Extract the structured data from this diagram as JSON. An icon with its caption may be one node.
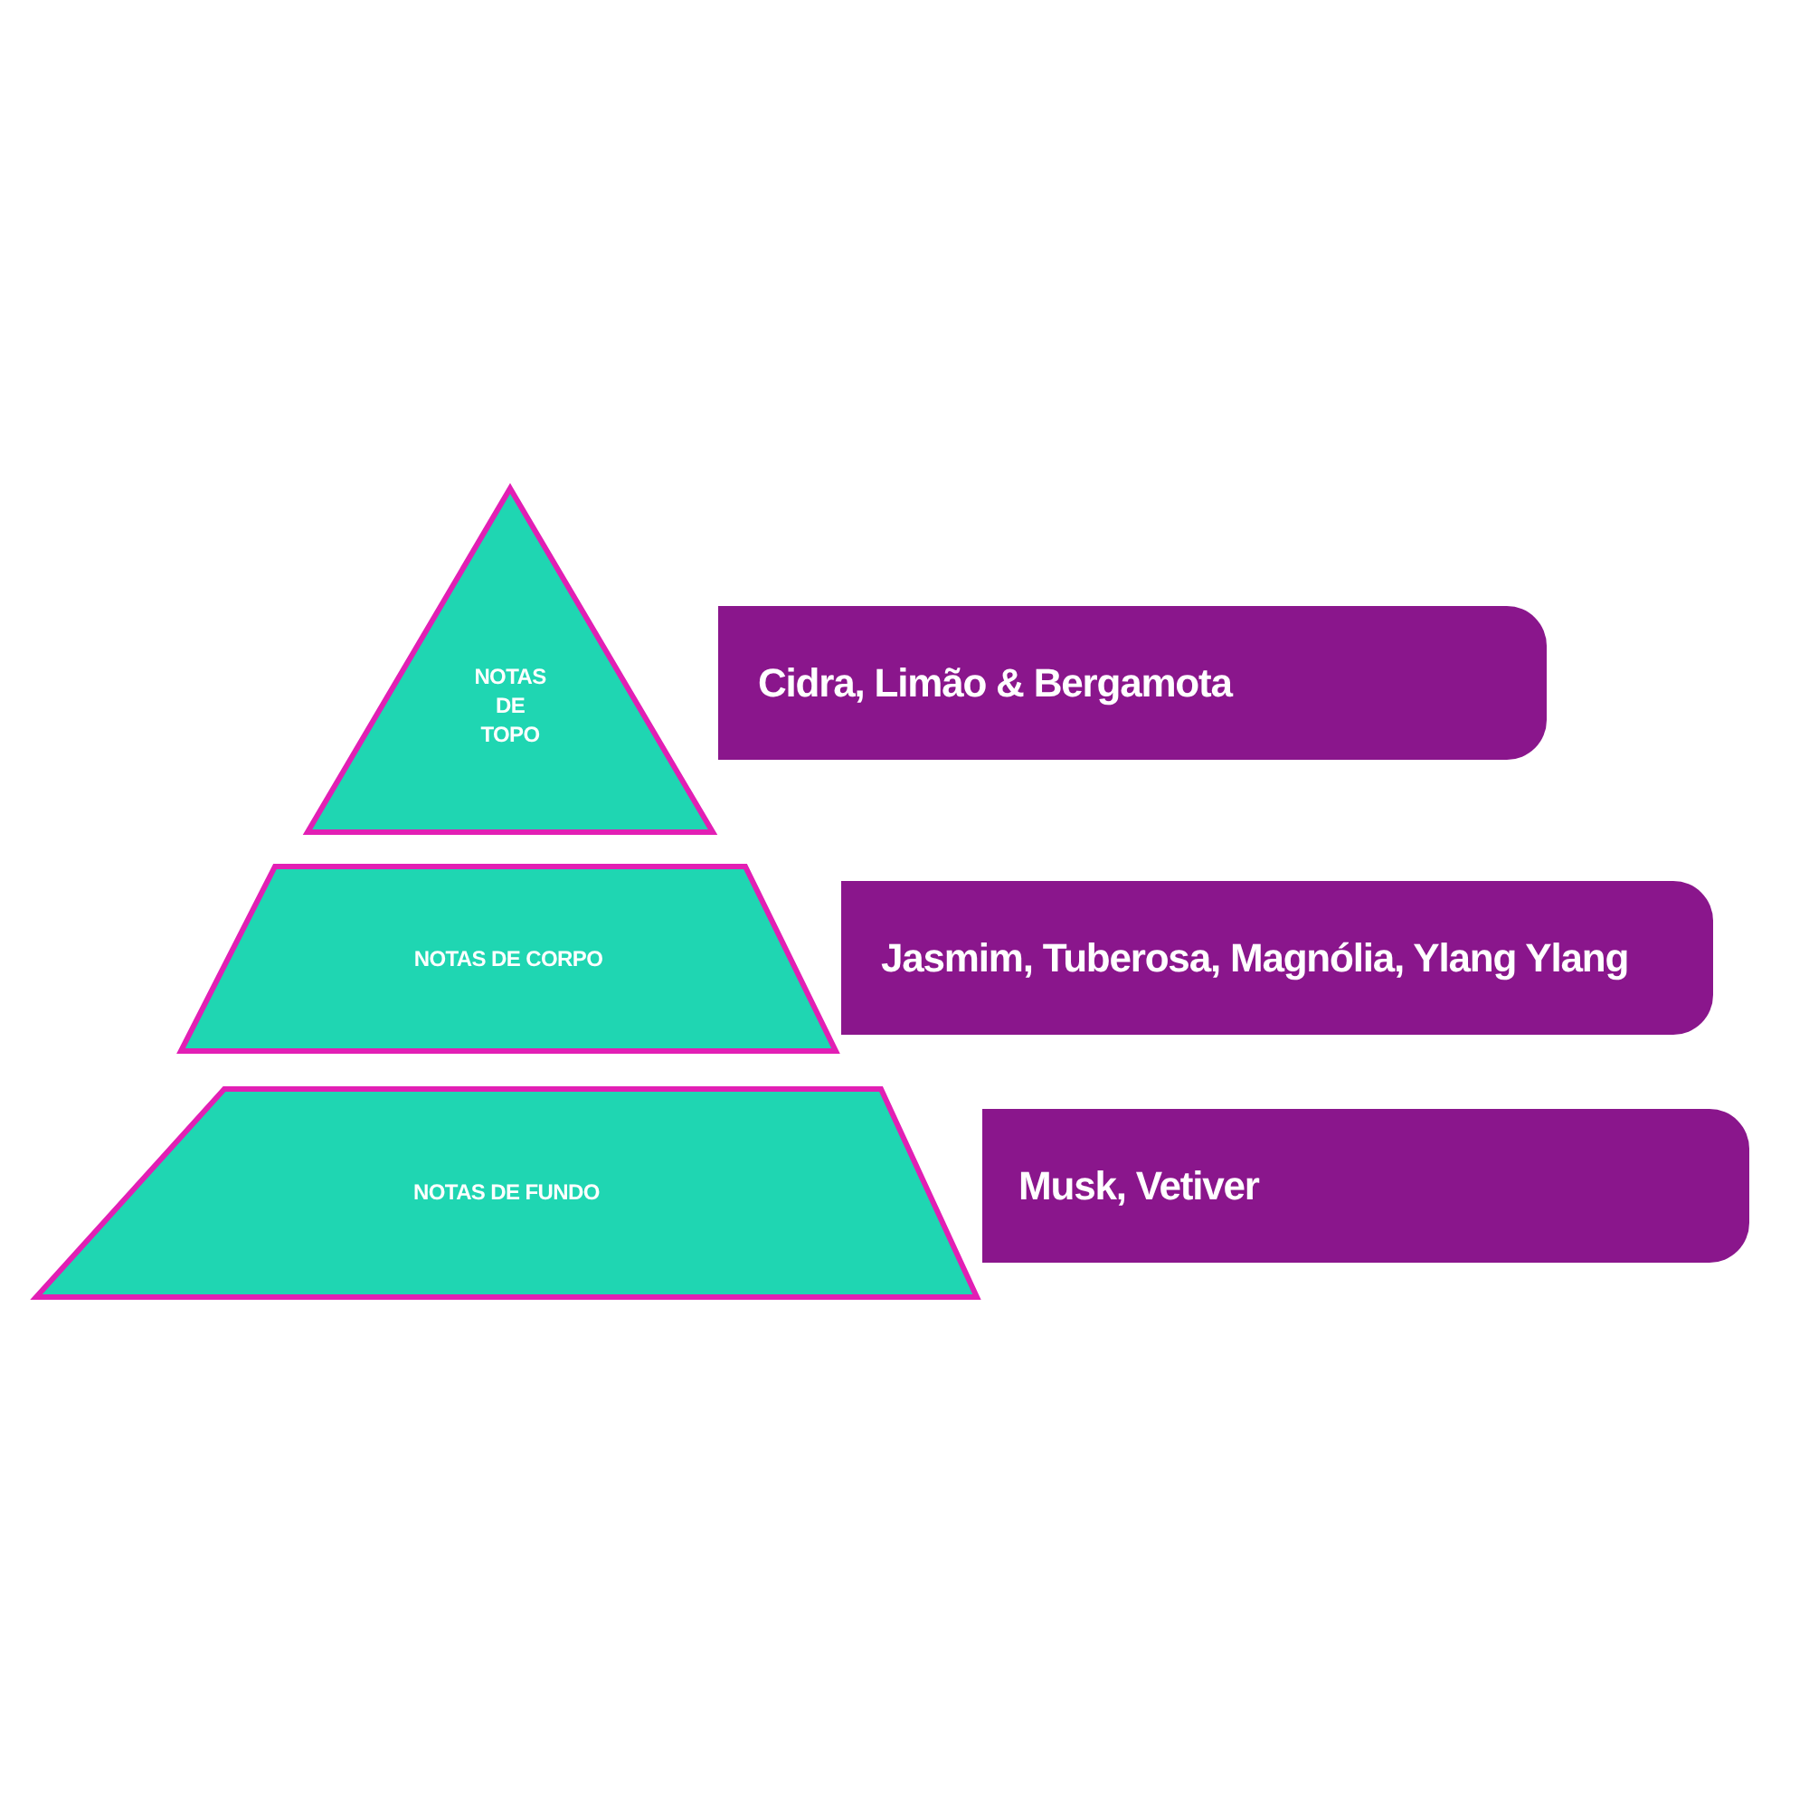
{
  "diagram": {
    "nodes": [
      {
        "text": [
          "NOTAS DE TOPO"
        ]
      },
      {
        "text": [
          "Cidra, Limão & Bergamota"
        ]
      },
      {
        "text": [
          "NOTAS DE CORPO"
        ]
      },
      {
        "text": [
          "Jasmim, Tuberosa, Magnólia, Ylang Ylang"
        ]
      },
      {
        "text": [
          "NOTAS DE FUNDO"
        ]
      },
      {
        "text": [
          "Musk, Vetiver"
        ]
      }
    ]
  }
}
